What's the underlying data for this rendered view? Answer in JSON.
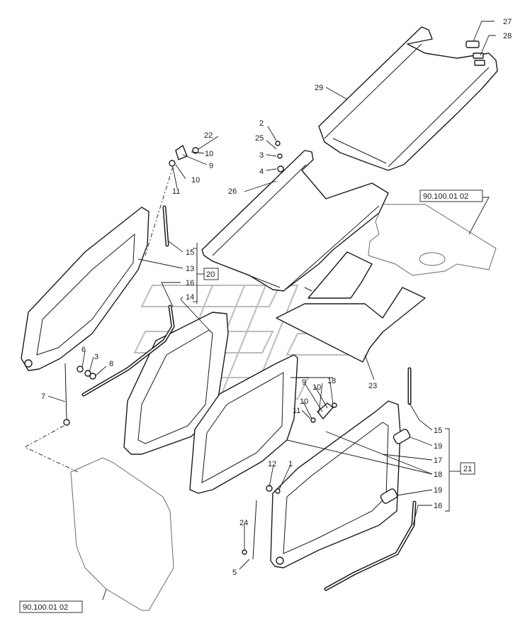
{
  "diagram": {
    "part_numbers": [
      "1",
      "2",
      "3",
      "4",
      "5",
      "6",
      "7",
      "8",
      "9",
      "10",
      "11",
      "12",
      "13",
      "14",
      "15",
      "16",
      "17",
      "18",
      "19",
      "20",
      "21",
      "22",
      "23",
      "24",
      "25",
      "26",
      "27",
      "28",
      "29"
    ],
    "callouts": {
      "n2": "2",
      "n25": "25",
      "n3a": "3",
      "n4": "4",
      "n22": "22",
      "n10a": "10",
      "n9a": "9",
      "n10b": "10",
      "n11a": "11",
      "n26": "26",
      "n29": "29",
      "n27": "27",
      "n28": "28",
      "n15a": "15",
      "n13": "13",
      "n16a": "16",
      "n14": "14",
      "n6": "6",
      "n3b": "3",
      "n8": "8",
      "n7": "7",
      "n23": "23",
      "n9b": "9",
      "n10c": "10",
      "n18a": "18",
      "n10d": "10",
      "n11b": "11",
      "n12": "12",
      "n1": "1",
      "n24": "24",
      "n5": "5",
      "n15b": "15",
      "n19a": "19",
      "n17": "17",
      "n18b": "18",
      "n19b": "19",
      "n16b": "16"
    },
    "refs": {
      "top_ref": "90.100.01 02",
      "bottom_ref": "90.100.01 02",
      "group_left": "20",
      "group_right": "21"
    }
  }
}
